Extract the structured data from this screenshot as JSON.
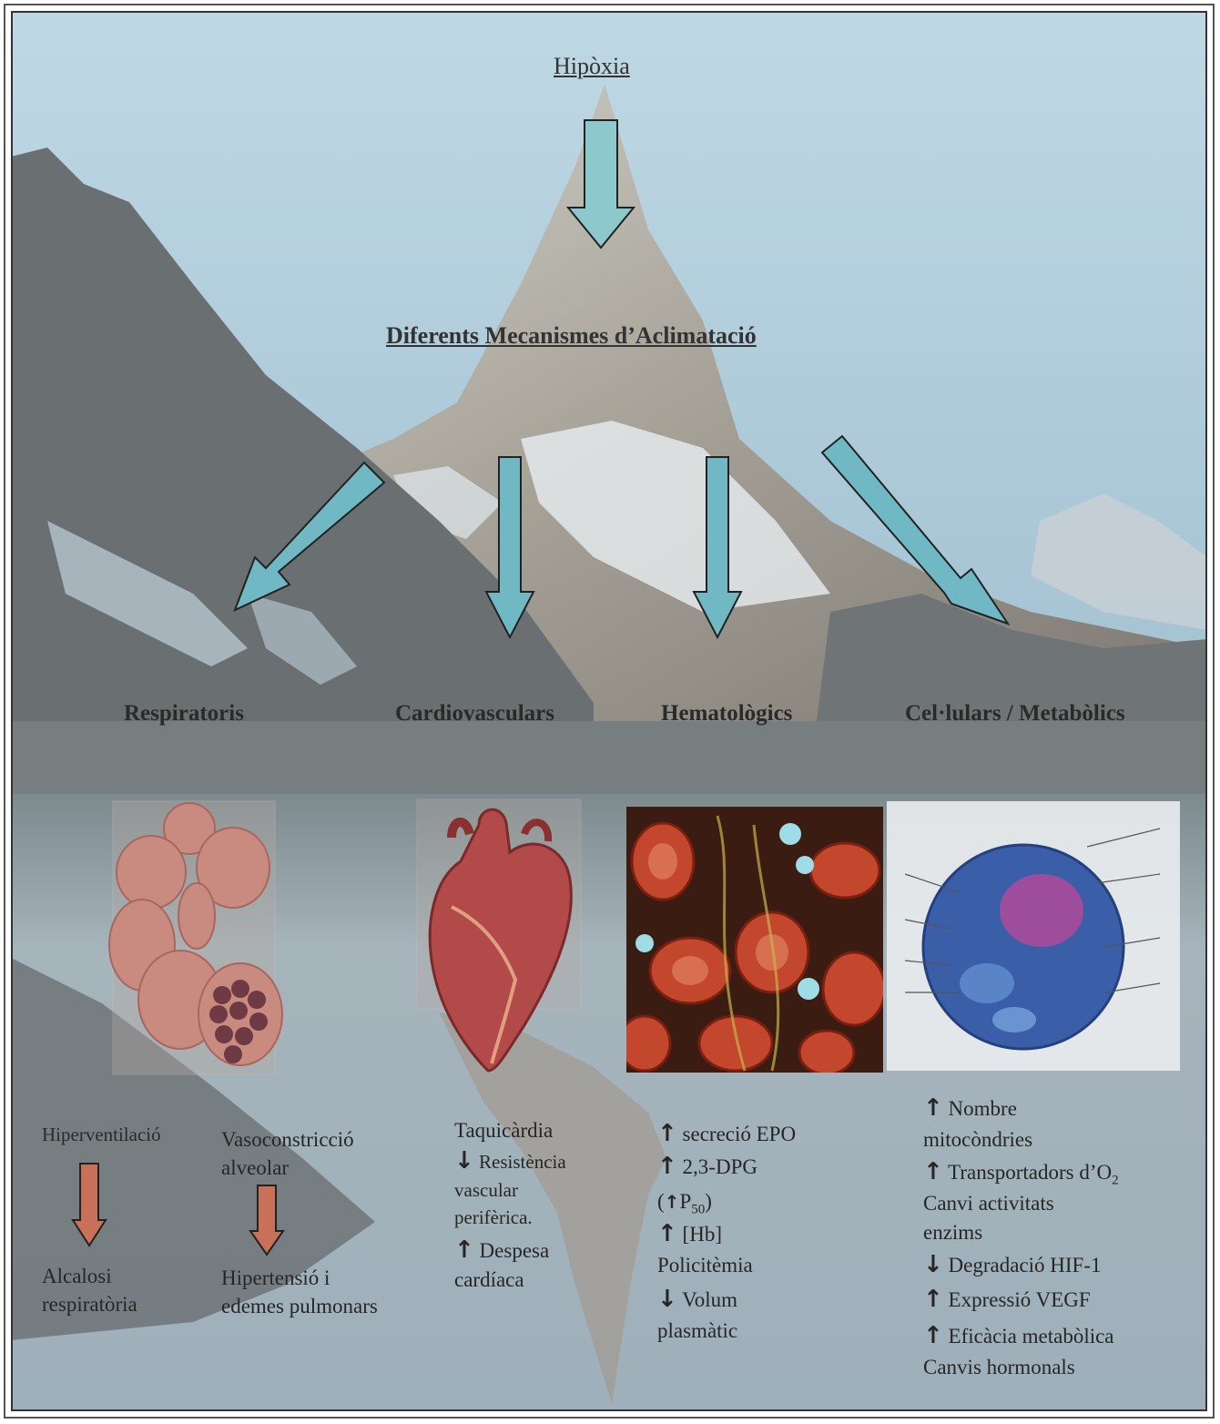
{
  "title": "Hipòxia",
  "subtitle": "Diferents Mecanismes d’Aclimatació",
  "categories": {
    "respiratory": "Respiratoris",
    "cardiovascular": "Cardiovasculars",
    "hematologic": "Hematològics",
    "cellular": "Cel·lulars / Metabòlics"
  },
  "respiratory": {
    "left_top": "Hiperventilació",
    "left_bottom_1": "Alcalosi",
    "left_bottom_2": "respiratòria",
    "right_top_1": "Vasoconstricció",
    "right_top_2": "alveolar",
    "right_bottom_1": "Hipertensió i",
    "right_bottom_2": "edemes pulmonars"
  },
  "cardiovascular": {
    "l1": "Taquicàrdia",
    "l2": "Resistència",
    "l3": "vascular",
    "l4": "perifèrica.",
    "l5": "Despesa",
    "l6": "cardíaca"
  },
  "hematologic": {
    "l1": "secreció EPO",
    "l2": "2,3-DPG",
    "l3_pre": "(",
    "l3_p": "P",
    "l3_sub": "50",
    "l3_post": ")",
    "l4": "[Hb]",
    "l5": "Policitèmia",
    "l6": "Volum",
    "l7": "plasmàtic"
  },
  "cellular": {
    "l1": "Nombre",
    "l2": "mitocòndries",
    "l3": "Transportadors d’O",
    "l3_sub": "2",
    "l4": "Canvi activitats",
    "l5": "enzims",
    "l6": "Degradació HIF-1",
    "l7": "Expressió VEGF",
    "l8": "Eficàcia metabòlica",
    "l9": "Canvis hormonals"
  },
  "glyphs": {
    "up": "↑",
    "down": "↓"
  },
  "colors": {
    "sky": "#a9c8d8",
    "arrow_blue": "#8ec9cf",
    "arrow_red": "#c8705a",
    "mountain": "#6e7478"
  }
}
